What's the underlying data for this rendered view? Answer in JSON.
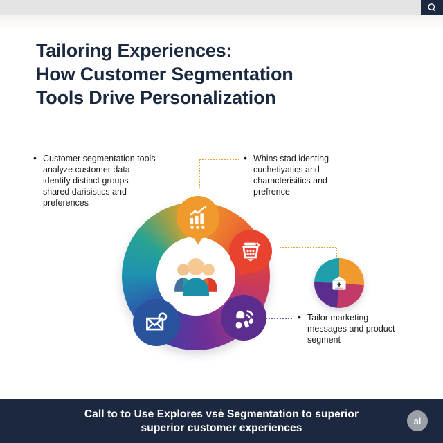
{
  "topbar": {
    "search_icon": "magnifier"
  },
  "title": {
    "lines": [
      "Tailoring Experiences:",
      "How Customer Segmentation",
      "Tools Drive Personalization"
    ]
  },
  "bullets": {
    "left": {
      "lines": [
        "Customer segmentation tools",
        "analyze customer data",
        "identify distinct groups",
        "shared darisistics and",
        "preferences"
      ]
    },
    "right": {
      "lines": [
        "Whins stad identing",
        "cuchetiyatics and",
        "characterisitics and",
        "prefrence"
      ]
    },
    "bottom": {
      "lines": [
        "Tailor marketing",
        "messages and product",
        "segment"
      ]
    }
  },
  "diagram": {
    "center_icon": "three-people-group",
    "badges": [
      {
        "position": "top",
        "icon": "growth-bar-chart",
        "color": "#f0992d"
      },
      {
        "position": "right",
        "icon": "shopping-basket",
        "color": "#e8432e"
      },
      {
        "position": "bottom-right",
        "icon": "person-broadcast",
        "color": "#5b2d8e"
      },
      {
        "position": "bottom-left",
        "icon": "envelope-search",
        "color": "#2a539e"
      }
    ],
    "side_circle": {
      "icon": "mail-add",
      "colors": [
        "#f0992d",
        "#c23a68",
        "#5b2d8e",
        "#1f9faa"
      ]
    }
  },
  "footer": {
    "lines": [
      "Call to to Use Explores vsė Segmentation to superior",
      "superior customer experiences"
    ],
    "badge_label": "ai"
  },
  "colors": {
    "navy": "#1b2840",
    "topbar_gray": "#e4e4e4",
    "orange": "#f0992d",
    "red": "#e8432e",
    "purple": "#5b2d8e",
    "blue": "#2a539e",
    "teal": "#1f9faa",
    "text_dark": "#1c1c1e"
  }
}
